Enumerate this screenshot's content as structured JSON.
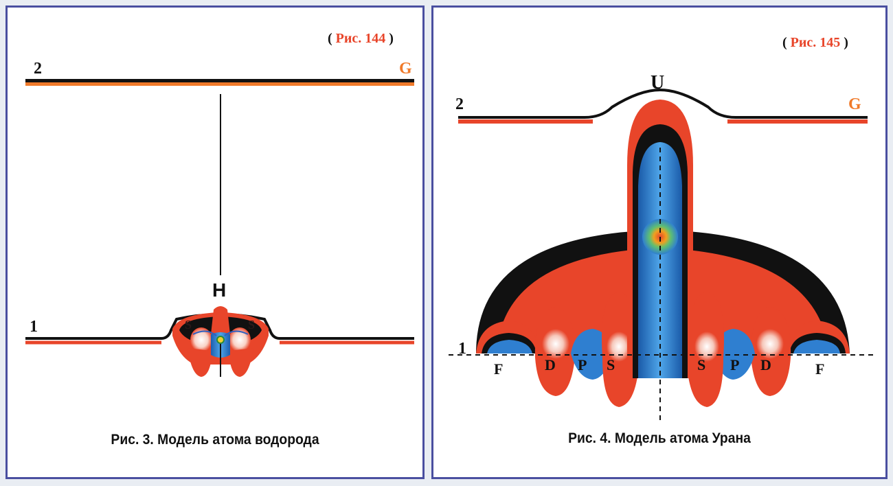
{
  "left": {
    "fig_ref_open": "(",
    "fig_ref_label": "Рис. 144",
    "fig_ref_close": ")",
    "level_top": "2",
    "level_top_letter": "G",
    "level_bottom": "1",
    "atom_symbol": "H",
    "orbital_left": "S",
    "orbital_right": "S",
    "caption": "Рис. 3. Модель атома водорода"
  },
  "right": {
    "fig_ref_open": "(",
    "fig_ref_label": "Рис. 145",
    "fig_ref_close": ")",
    "level_top": "2",
    "level_top_letter": "G",
    "level_bottom": "1",
    "atom_symbol": "U",
    "orbitals": [
      "F",
      "D",
      "P",
      "S",
      "S",
      "P",
      "D",
      "F"
    ],
    "caption": "Рис. 4. Модель атома Урана"
  },
  "colors": {
    "red": "#e8452a",
    "orange": "#f07a2a",
    "blue": "#2f7fd0",
    "black": "#111111",
    "frame": "#4a4fa0"
  }
}
